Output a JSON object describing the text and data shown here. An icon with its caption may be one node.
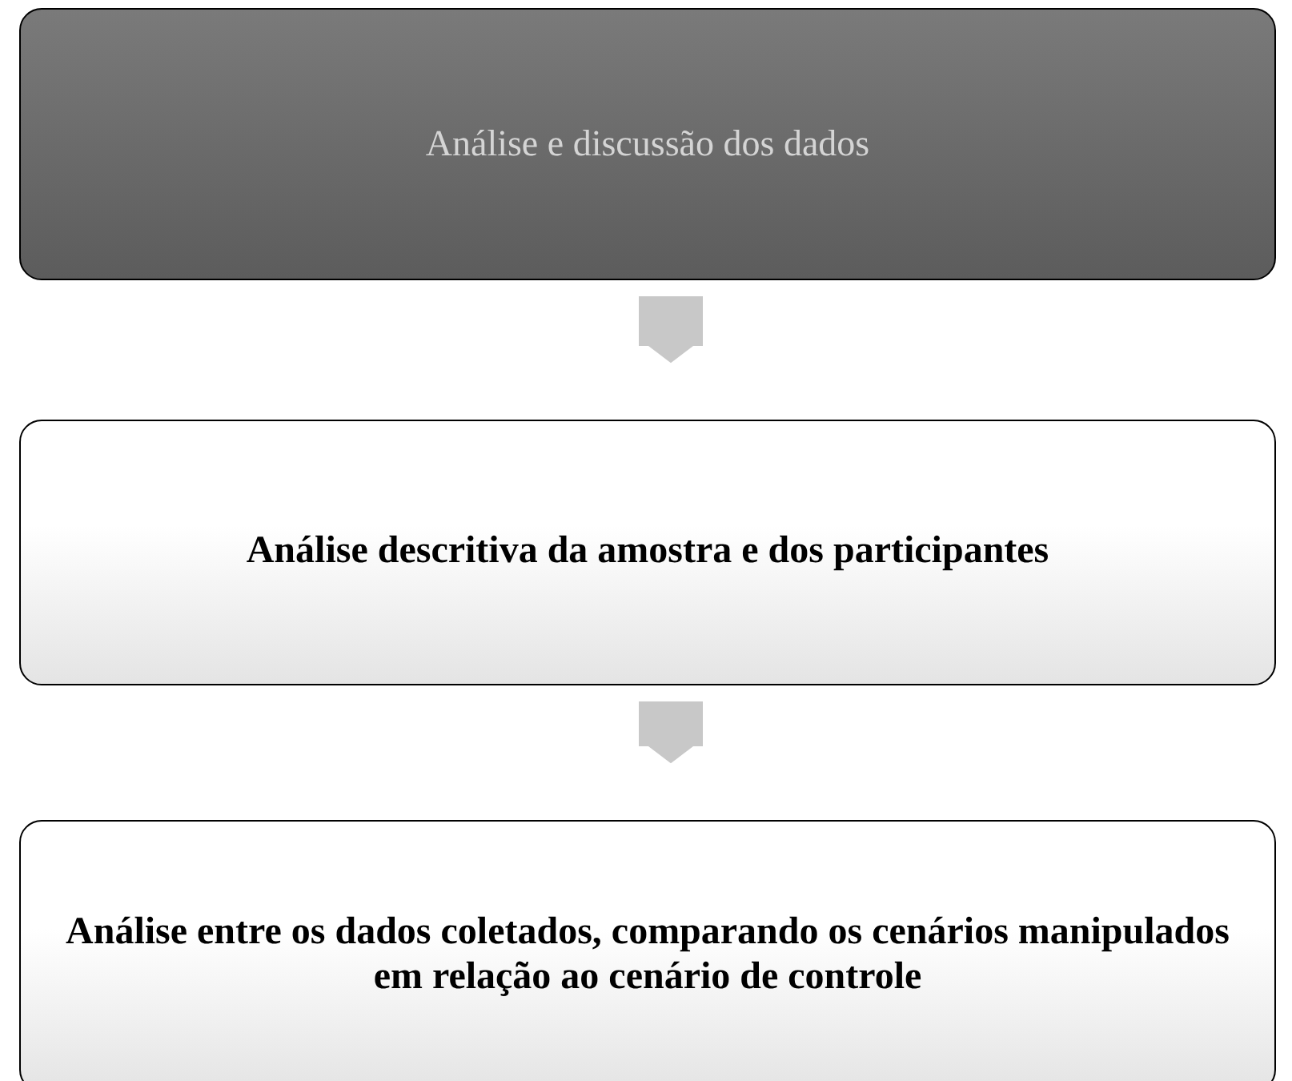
{
  "diagram": {
    "nodes": [
      {
        "text": [
          "Análise e discussão dos dados"
        ]
      },
      {
        "text": [
          "Análise descritiva da amostra e dos participantes"
        ]
      },
      {
        "text": [
          "Análise entre os dados coletados, comparando os cenários manipulados em relação ao cenário de controle"
        ]
      }
    ],
    "edges": [
      {
        "from": 0,
        "to": 1,
        "arrow": "to"
      },
      {
        "from": 1,
        "to": 2,
        "arrow": "to"
      }
    ]
  }
}
